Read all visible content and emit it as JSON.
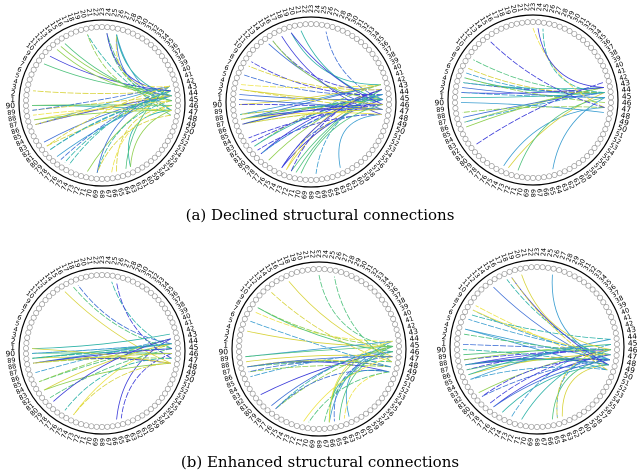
{
  "captions": {
    "a": "(a) Declined structural connections",
    "b": "(b) Enhanced structural connections"
  },
  "visible_node_labels": [
    "90",
    "1",
    "2",
    "3",
    "43",
    "44",
    "45",
    "46",
    "47",
    "48",
    "49",
    "50"
  ],
  "colors": {
    "edge_palette": [
      "#3b3bd9",
      "#3e6fd6",
      "#3a9dd0",
      "#2fb3a8",
      "#4fc27d",
      "#8fcf4e",
      "#d8d33c",
      "#efe44a"
    ],
    "node_outline": "#9a9a9a",
    "ring": "#000000",
    "label": "#000000"
  }
}
